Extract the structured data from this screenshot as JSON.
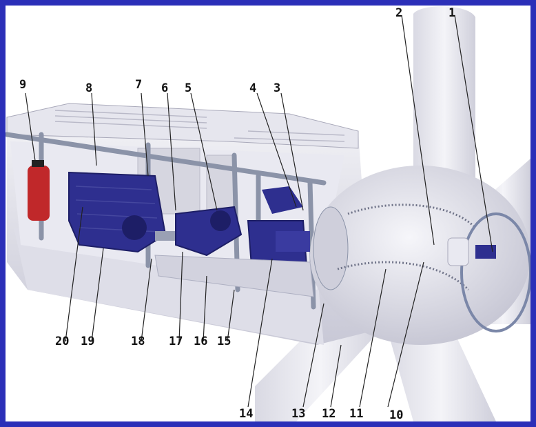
{
  "colors": {
    "border": "#2b2fb8",
    "background": "#ffffff",
    "nacelle_white": "#eeeef2",
    "nacelle_shadow": "#c9c9d6",
    "machinery_blue": "#2e2f8f",
    "machinery_dark": "#1d1e66",
    "frame_steel": "#8b93a8",
    "extinguisher_red": "#c0282a",
    "label_text": "#111111"
  },
  "callouts": [
    {
      "id": "c1",
      "text": "1"
    },
    {
      "id": "c2",
      "text": "2"
    },
    {
      "id": "c3",
      "text": "3"
    },
    {
      "id": "c4",
      "text": "4"
    },
    {
      "id": "c5",
      "text": "5"
    },
    {
      "id": "c6",
      "text": "6"
    },
    {
      "id": "c7",
      "text": "7"
    },
    {
      "id": "c8",
      "text": "8"
    },
    {
      "id": "c9",
      "text": "9"
    },
    {
      "id": "c10",
      "text": "10"
    },
    {
      "id": "c11",
      "text": "11"
    },
    {
      "id": "c12",
      "text": "12"
    },
    {
      "id": "c13",
      "text": "13"
    },
    {
      "id": "c14",
      "text": "14"
    },
    {
      "id": "c15",
      "text": "15"
    },
    {
      "id": "c16",
      "text": "16"
    },
    {
      "id": "c17",
      "text": "17"
    },
    {
      "id": "c18",
      "text": "18"
    },
    {
      "id": "c19",
      "text": "19"
    },
    {
      "id": "c20",
      "text": "20"
    }
  ]
}
